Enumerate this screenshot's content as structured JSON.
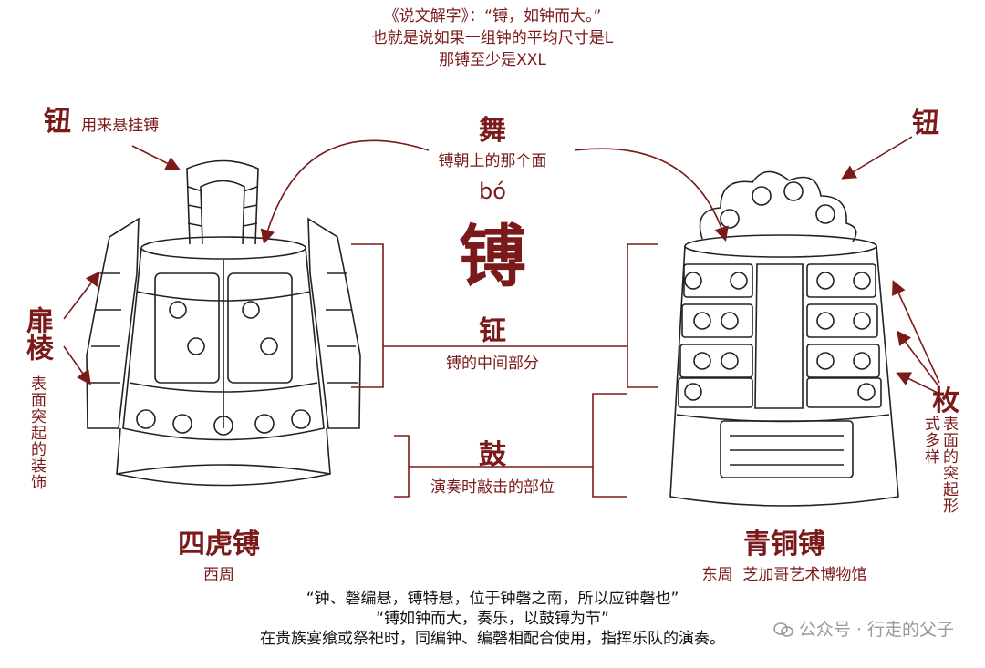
{
  "header": {
    "line1": "《说文解字》：“镈，如钟而大。”",
    "line2": "也就是说如果一组钟的平均尺寸是L",
    "line3": "那镈至少是XXL"
  },
  "center": {
    "pinyin": "bó",
    "char": "镈",
    "wu": "舞",
    "wu_desc": "镈朝上的那个面",
    "zheng": "钲",
    "zheng_desc": "镈的中间部分",
    "gu": "鼓",
    "gu_desc": "演奏时敲击的部位"
  },
  "left": {
    "niu": "钮",
    "niu_desc": "用来悬挂镈",
    "feileng": "扉棱",
    "feileng_desc": "表面突起的装饰",
    "name": "四虎镈",
    "era": "西周"
  },
  "right": {
    "niu": "钮",
    "mei": "枚",
    "mei_desc": "表面的突起形式多样",
    "name": "青铜镈",
    "era": "东周  芝加哥艺术博物馆"
  },
  "footer": {
    "line1": "“钟、磬编悬，镈特悬，位于钟磬之南，所以应钟磬也”",
    "line2": "“镈如钟而大，奏乐，以鼓镈为节”",
    "line3": "在贵族宴飨或祭祀时，同编钟、编磬相配合使用，指挥乐队的演奏。"
  },
  "watermark": {
    "text": "公众号 · 行走的父子",
    "icon": "wechat-icon"
  },
  "colors": {
    "accent": "#7a1a1a",
    "ink": "#222222",
    "watermark": "#9a9a9a"
  }
}
